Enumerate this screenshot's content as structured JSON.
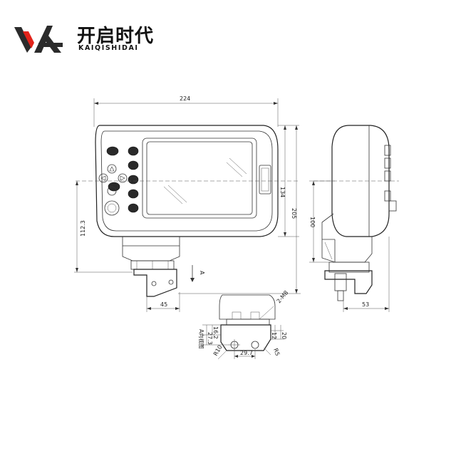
{
  "brand": {
    "name_cn": "开启时代",
    "name_en": "KAIQISHIDAI",
    "logo": "va-logo-mark",
    "colors": {
      "mark_dark": "#2b2b2b",
      "mark_red": "#e2231a"
    }
  },
  "dimensions": {
    "width_total": "224",
    "height_total": "205",
    "screen_height": "134",
    "mount_height": "112.3",
    "bracket_width": "45",
    "side_height": "100",
    "side_depth": "53",
    "view_marker": "A",
    "detail": {
      "height_a": "16.2",
      "height_b": "27.3",
      "spacing": "29.7",
      "offset_a": "12",
      "offset_b": "20",
      "radius_a": "R10",
      "radius_b": "R5",
      "hole": "2-M8",
      "view_label": "A向视图"
    }
  }
}
